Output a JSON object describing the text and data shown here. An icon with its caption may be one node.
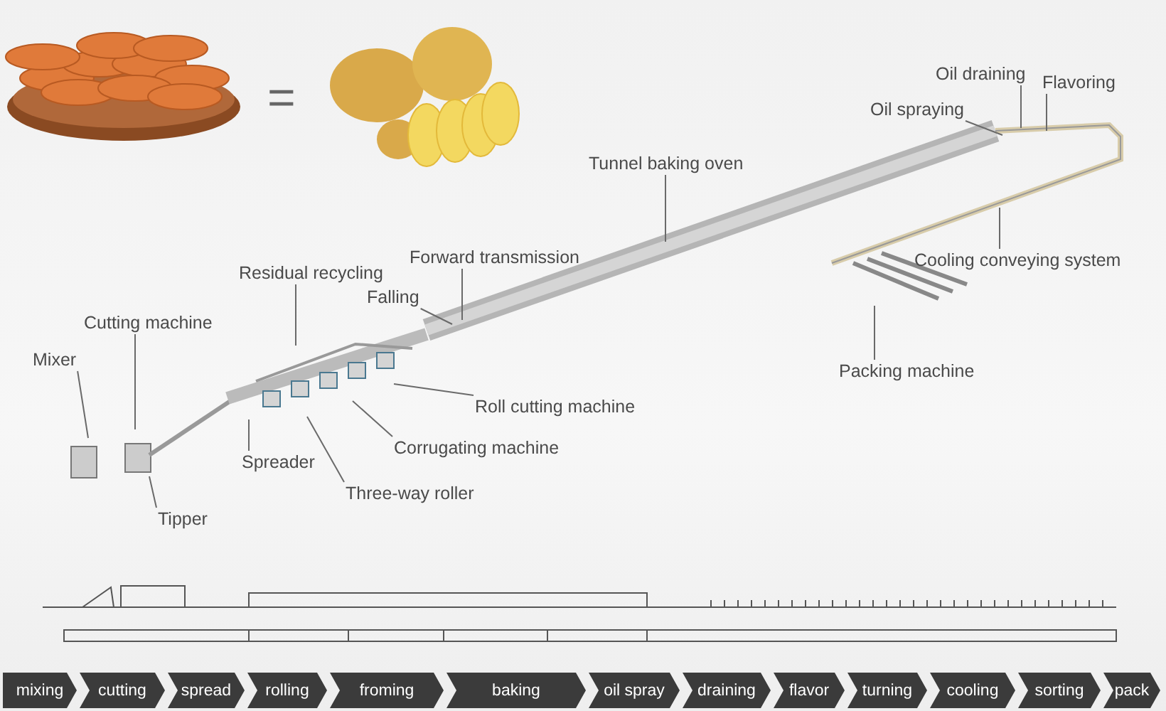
{
  "diagram": {
    "nodes": [
      {
        "text": [
          "Oil draining"
        ]
      },
      {
        "text": [
          "Flavoring"
        ]
      },
      {
        "text": [
          "Oil spraying"
        ]
      },
      {
        "text": [
          "Tunnel baking oven"
        ]
      },
      {
        "text": [
          "Cooling conveying system"
        ]
      },
      {
        "text": [
          "Residual recycling"
        ]
      },
      {
        "text": [
          "Forward transmission"
        ]
      },
      {
        "text": [
          "Falling"
        ]
      },
      {
        "text": [
          "Cutting machine"
        ]
      },
      {
        "text": [
          "Packing machine"
        ]
      },
      {
        "text": [
          "Mixer"
        ]
      },
      {
        "text": [
          "Roll cutting machine"
        ]
      },
      {
        "text": [
          "Corrugating machine"
        ]
      },
      {
        "text": [
          "Spreader"
        ]
      },
      {
        "text": [
          "Three-way roller"
        ]
      },
      {
        "text": [
          "Tipper"
        ]
      },
      {
        "text": [
          "mixing"
        ]
      },
      {
        "text": [
          "cutting"
        ]
      },
      {
        "text": [
          "spread"
        ]
      },
      {
        "text": [
          "rolling"
        ]
      },
      {
        "text": [
          "froming"
        ]
      },
      {
        "text": [
          "baking"
        ]
      },
      {
        "text": [
          "oil spray"
        ]
      },
      {
        "text": [
          "draining"
        ]
      },
      {
        "text": [
          "flavor"
        ]
      },
      {
        "text": [
          "turning"
        ]
      },
      {
        "text": [
          "cooling"
        ]
      },
      {
        "text": [
          "sorting"
        ]
      },
      {
        "text": [
          "pack"
        ]
      }
    ],
    "edges": [
      {
        "from": 0,
        "to": null,
        "arrow": "none"
      },
      {
        "from": 1,
        "to": null,
        "arrow": "none"
      },
      {
        "from": 2,
        "to": null,
        "arrow": "none"
      },
      {
        "from": 3,
        "to": null,
        "arrow": "none"
      },
      {
        "from": 4,
        "to": null,
        "arrow": "none"
      },
      {
        "from": 5,
        "to": null,
        "arrow": "none"
      },
      {
        "from": 6,
        "to": null,
        "arrow": "none"
      },
      {
        "from": 7,
        "to": null,
        "arrow": "none"
      },
      {
        "from": 8,
        "to": null,
        "arrow": "none"
      },
      {
        "from": 9,
        "to": null,
        "arrow": "none"
      },
      {
        "from": 10,
        "to": null,
        "arrow": "none"
      },
      {
        "from": 11,
        "to": null,
        "arrow": "none"
      },
      {
        "from": 12,
        "to": null,
        "arrow": "none"
      },
      {
        "from": 13,
        "to": null,
        "arrow": "none"
      },
      {
        "from": 14,
        "to": null,
        "arrow": "none"
      },
      {
        "from": 15,
        "to": null,
        "arrow": "none"
      }
    ],
    "labels": [
      "="
    ]
  }
}
